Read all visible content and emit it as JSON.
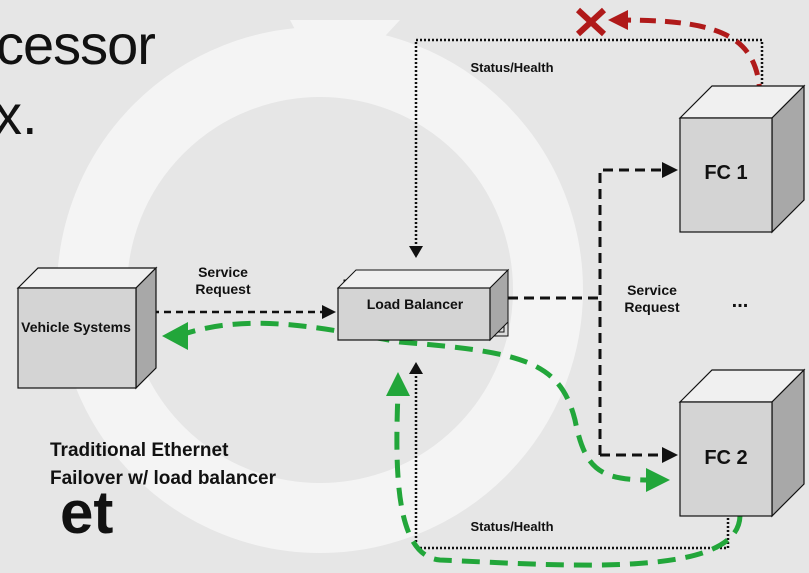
{
  "background_text": {
    "line1": "cessor",
    "line2": "x.",
    "line3": "et"
  },
  "nodes": {
    "vehicle": "Vehicle Systems",
    "load_balancer": "Load Balancer",
    "fc1": "FC 1",
    "fc2": "FC 2"
  },
  "labels": {
    "status_health_top": "Status/Health",
    "status_health_bottom": "Status/Health",
    "service_request_left": "Service Request",
    "service_request_right": "Service Request",
    "ellipsis": "..."
  },
  "caption": {
    "line1": "Traditional Ethernet",
    "line2": "Failover w/ load balancer"
  },
  "colors": {
    "background": "#e6e6e6",
    "ring": "#f4f4f4",
    "cube_face": "#d4d4d4",
    "failover_green": "#22a63a",
    "fail_red": "#b01a1a",
    "line_black": "#111111"
  },
  "icons": {
    "fail": "x-mark-icon"
  }
}
